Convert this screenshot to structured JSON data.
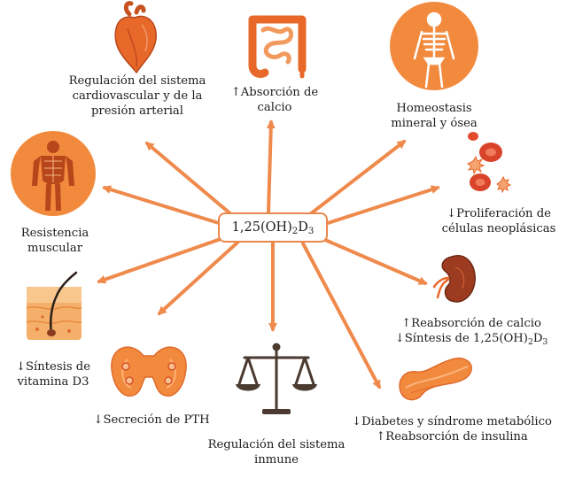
{
  "center": {
    "prefix": "1,25(OH)",
    "sub1": "2",
    "mid": "D",
    "sub2": "3"
  },
  "labels": {
    "cardio": [
      "Regulación del sistema",
      "cardiovascular y de la",
      "presión arterial"
    ],
    "calcium_absorption": [
      "↑Absorción de",
      "calcio"
    ],
    "homeostasis": [
      "Homeostasis",
      "mineral y ósea"
    ],
    "muscle": [
      "Resistencia",
      "muscular"
    ],
    "neoplastic": [
      "↓Proliferación de",
      "células neoplásicas"
    ],
    "vitd_synthesis": [
      "↓Síntesis de",
      "vitamina D3"
    ],
    "renal_calcium": "↑Reabsorción de calcio",
    "renal_synthesis": {
      "prefix": "↓Síntesis de 1,25(OH)",
      "sub1": "2",
      "mid": "D",
      "sub2": "3"
    },
    "pth": "↓Secreción de PTH",
    "immune": [
      "Regulación del sistema",
      "inmune"
    ],
    "diabetes": "↓Diabetes y síndrome metabólico",
    "insulin": "↑Reabsorción de insulina"
  },
  "colors": {
    "arrow": "#ef8a4c",
    "organ": "#e8682a",
    "organ_dark": "#b8461b",
    "circle": "#f28a3e",
    "skin": "#f4b06b",
    "balance": "#4a3a30"
  },
  "icons": [
    "heart-icon",
    "intestine-icon",
    "skeleton-icon",
    "muscle-body-icon",
    "blood-cells-icon",
    "skin-icon",
    "kidney-icon",
    "thyroid-icon",
    "balance-scale-icon",
    "pancreas-icon"
  ]
}
